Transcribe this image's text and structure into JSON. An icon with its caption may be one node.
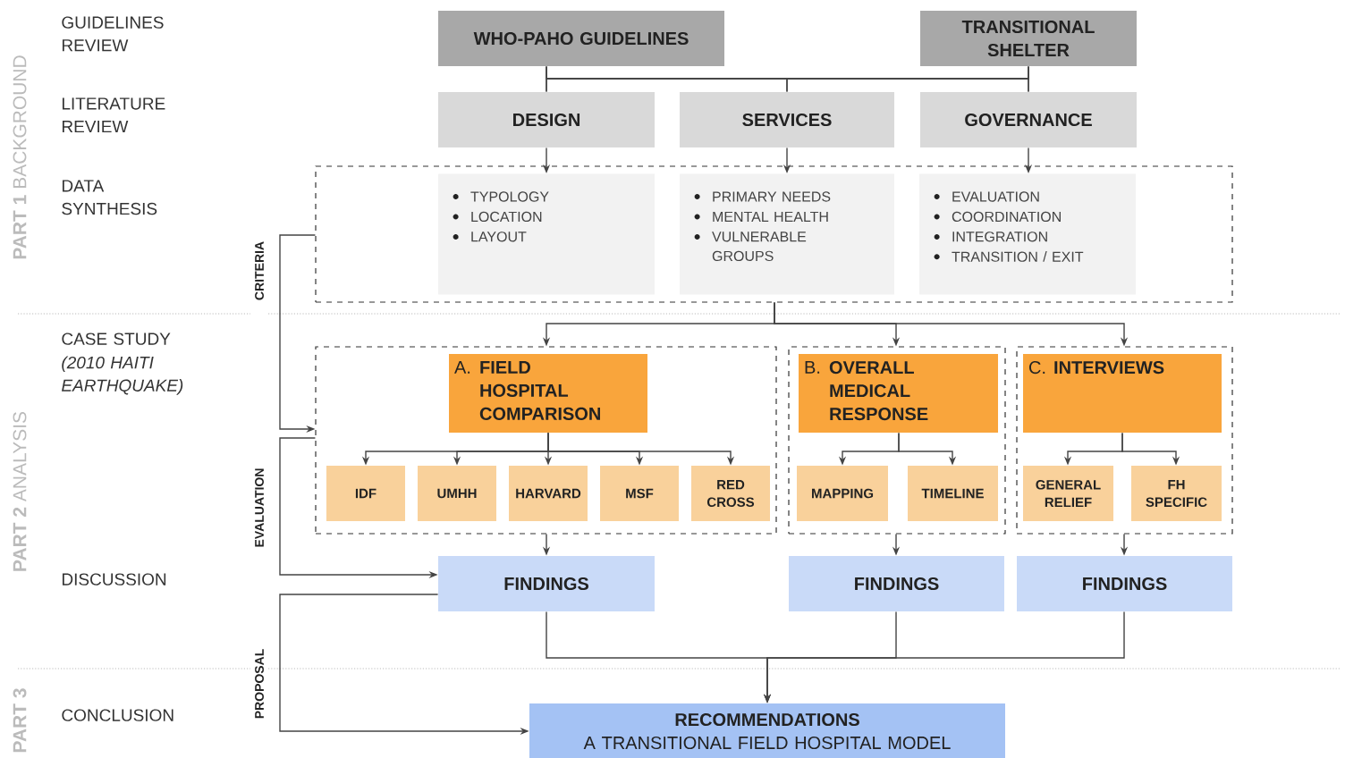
{
  "diagram": {
    "nodes": [
      {
        "text": [
          "WHO-PAHO GUIDELINES"
        ]
      },
      {
        "text": [
          "TRANSITIONAL SHELTER"
        ]
      },
      {
        "text": [
          "DESIGN"
        ]
      },
      {
        "text": [
          "SERVICES"
        ]
      },
      {
        "text": [
          "GOVERNANCE"
        ]
      },
      {
        "text": [],
        "shape": "box"
      },
      {
        "text": [
          "TYPOLOGY",
          "LOCATION",
          "LAYOUT"
        ],
        "in": 5
      },
      {
        "text": [
          "PRIMARY NEEDS",
          "MENTAL HEALTH",
          "VULNERABLE GROUPS"
        ],
        "in": 5
      },
      {
        "text": [
          "EVALUATION",
          "COORDINATION",
          "INTEGRATION",
          "TRANSITION / EXIT"
        ],
        "in": 5
      },
      {
        "text": [],
        "shape": "box"
      },
      {
        "text": [
          "A.",
          "FIELD HOSPITAL COMPARISON"
        ],
        "in": 9
      },
      {
        "text": [
          "IDF"
        ],
        "in": 9
      },
      {
        "text": [
          "UMHH"
        ],
        "in": 9
      },
      {
        "text": [
          "HARVARD"
        ],
        "in": 9
      },
      {
        "text": [
          "MSF"
        ],
        "in": 9
      },
      {
        "text": [
          "RED CROSS"
        ],
        "in": 9
      },
      {
        "text": [],
        "shape": "box"
      },
      {
        "text": [
          "B.",
          "OVERALL MEDICAL RESPONSE"
        ],
        "in": 16
      },
      {
        "text": [
          "MAPPING"
        ],
        "in": 16
      },
      {
        "text": [
          "TIMELINE"
        ],
        "in": 16
      },
      {
        "text": [],
        "shape": "box"
      },
      {
        "text": [
          "C.",
          "INTERVIEWS"
        ],
        "in": 20
      },
      {
        "text": [
          "GENERAL RELIEF"
        ],
        "in": 20
      },
      {
        "text": [
          "FH SPECIFIC"
        ],
        "in": 20
      },
      {
        "text": [
          "FINDINGS"
        ]
      },
      {
        "text": [
          "FINDINGS"
        ]
      },
      {
        "text": [
          "FINDINGS"
        ]
      },
      {
        "text": [
          "RECOMMENDATIONS",
          "A TRANSITIONAL FIELD HOSPITAL MODEL"
        ]
      }
    ],
    "edges": [
      {
        "from": 0,
        "to": 2,
        "arrow": "none"
      },
      {
        "from": 0,
        "to": 3,
        "arrow": "none"
      },
      {
        "from": 0,
        "to": 4,
        "arrow": "none"
      },
      {
        "from": 1,
        "to": 2,
        "arrow": "none"
      },
      {
        "from": 1,
        "to": 3,
        "arrow": "none"
      },
      {
        "from": 1,
        "to": 4,
        "arrow": "none"
      },
      {
        "from": 2,
        "to": 6,
        "arrow": "to"
      },
      {
        "from": 3,
        "to": 7,
        "arrow": "to"
      },
      {
        "from": 4,
        "to": 8,
        "arrow": "to"
      },
      {
        "from": 5,
        "to": 9,
        "arrow": "to"
      },
      {
        "from": 5,
        "to": 16,
        "arrow": "to"
      },
      {
        "from": 5,
        "to": 20,
        "arrow": "to"
      },
      {
        "from": 10,
        "to": 11,
        "arrow": "to"
      },
      {
        "from": 10,
        "to": 12,
        "arrow": "to"
      },
      {
        "from": 10,
        "to": 13,
        "arrow": "to"
      },
      {
        "from": 10,
        "to": 14,
        "arrow": "to"
      },
      {
        "from": 10,
        "to": 15,
        "arrow": "to"
      },
      {
        "from": 17,
        "to": 18,
        "arrow": "to"
      },
      {
        "from": 17,
        "to": 19,
        "arrow": "to"
      },
      {
        "from": 21,
        "to": 22,
        "arrow": "to"
      },
      {
        "from": 21,
        "to": 23,
        "arrow": "to"
      },
      {
        "from": 9,
        "to": 24,
        "arrow": "to"
      },
      {
        "from": 16,
        "to": 25,
        "arrow": "to"
      },
      {
        "from": 20,
        "to": 26,
        "arrow": "to"
      },
      {
        "from": 24,
        "to": 27,
        "arrow": "to"
      },
      {
        "from": 25,
        "to": 27,
        "arrow": "to"
      },
      {
        "from": 26,
        "to": 27,
        "arrow": "to"
      },
      {
        "from": 5,
        "to": 9,
        "arrow": "to",
        "label": "CRITERIA"
      },
      {
        "from": 9,
        "to": 24,
        "arrow": "to",
        "label": "EVALUATION"
      },
      {
        "from": 24,
        "to": 27,
        "arrow": "to",
        "label": "PROPOSAL"
      }
    ],
    "labels": [
      "**PART 1** BACKGROUND",
      "GUIDELINES REVIEW",
      "LITERATURE REVIEW",
      "DATA SYNTHESIS",
      "CASE STUDY",
      "(2010 HAITI EARTHQUAKE)",
      "**PART 2** ANALYSIS",
      "DISCUSSION",
      "**PART 3**",
      "CONCLUSION"
    ]
  }
}
